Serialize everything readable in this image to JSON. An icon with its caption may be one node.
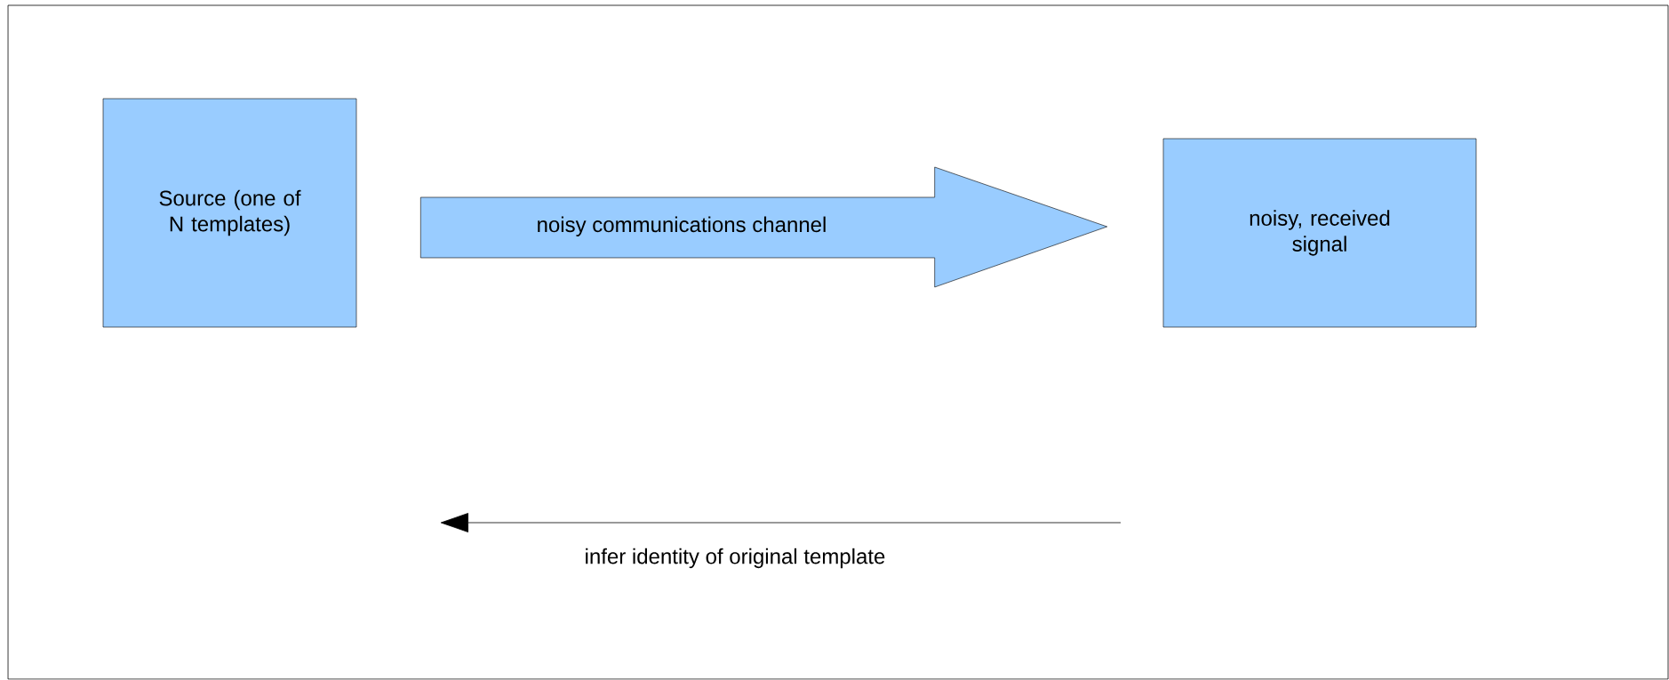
{
  "diagram": {
    "nodes": [
      {
        "text": [
          "Source (one of N templates)"
        ]
      },
      {
        "text": [
          "noisy, received signal"
        ]
      }
    ],
    "edges": [
      {
        "from": 0,
        "to": 1,
        "arrow": "to",
        "label": "noisy communications channel",
        "style": "thick"
      }
    ],
    "labels": [
      "infer identity of original template"
    ]
  }
}
